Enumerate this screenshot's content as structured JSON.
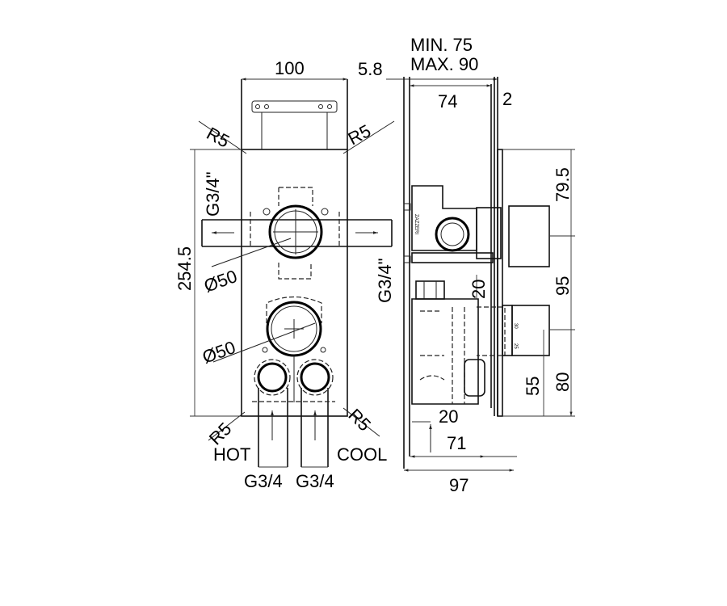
{
  "drawing": {
    "front_view": {
      "width": "100",
      "height": "254.5",
      "radius_top_left": "R5",
      "radius_top_right": "R5",
      "radius_bottom_left": "R5",
      "radius_bottom_right": "R5",
      "upper_diameter": "Ø50",
      "lower_diameter": "Ø50",
      "side_outlet_left": "G3/4\"",
      "side_outlet_right": "G3/4\"",
      "hot_label": "HOT",
      "cool_label": "COOL",
      "inlet_hot": "G3/4",
      "inlet_cool": "G3/4"
    },
    "side_view": {
      "min_depth": "MIN. 75",
      "max_depth": "MAX. 90",
      "plate_thickness": "5.8",
      "body_depth": "74",
      "cover_thickness": "2",
      "top_to_upper_axis": "79.5",
      "axis_spacing": "95",
      "pipe_offset": "20",
      "bottom_offset": "20",
      "inlet_depth": "71",
      "total_depth": "97",
      "lower_axis_55": "55",
      "lower_axis_80": "80",
      "knob_mark_1": "30",
      "knob_mark_2": "25",
      "brand": "ZAZZERI"
    }
  }
}
